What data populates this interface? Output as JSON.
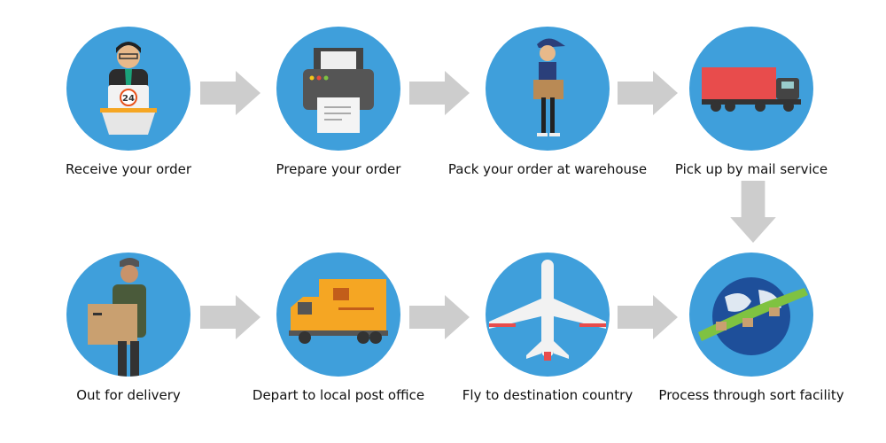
{
  "colors": {
    "circle": "#3f9fdb",
    "arrow": "#cdcdcd"
  },
  "steps": [
    {
      "label": "Receive your order",
      "icon": "call-center-agent-icon"
    },
    {
      "label": "Prepare your order",
      "icon": "printer-icon"
    },
    {
      "label": "Pack your order at warehouse",
      "icon": "warehouse-worker-icon"
    },
    {
      "label": "Pick up by mail service",
      "icon": "truck-icon"
    },
    {
      "label": "Process through sort facility",
      "icon": "globe-icon"
    },
    {
      "label": "Fly to destination country",
      "icon": "airplane-icon"
    },
    {
      "label": "Depart to local post office",
      "icon": "delivery-truck-icon"
    },
    {
      "label": "Out for delivery",
      "icon": "courier-icon"
    }
  ],
  "agent_badge": "24"
}
